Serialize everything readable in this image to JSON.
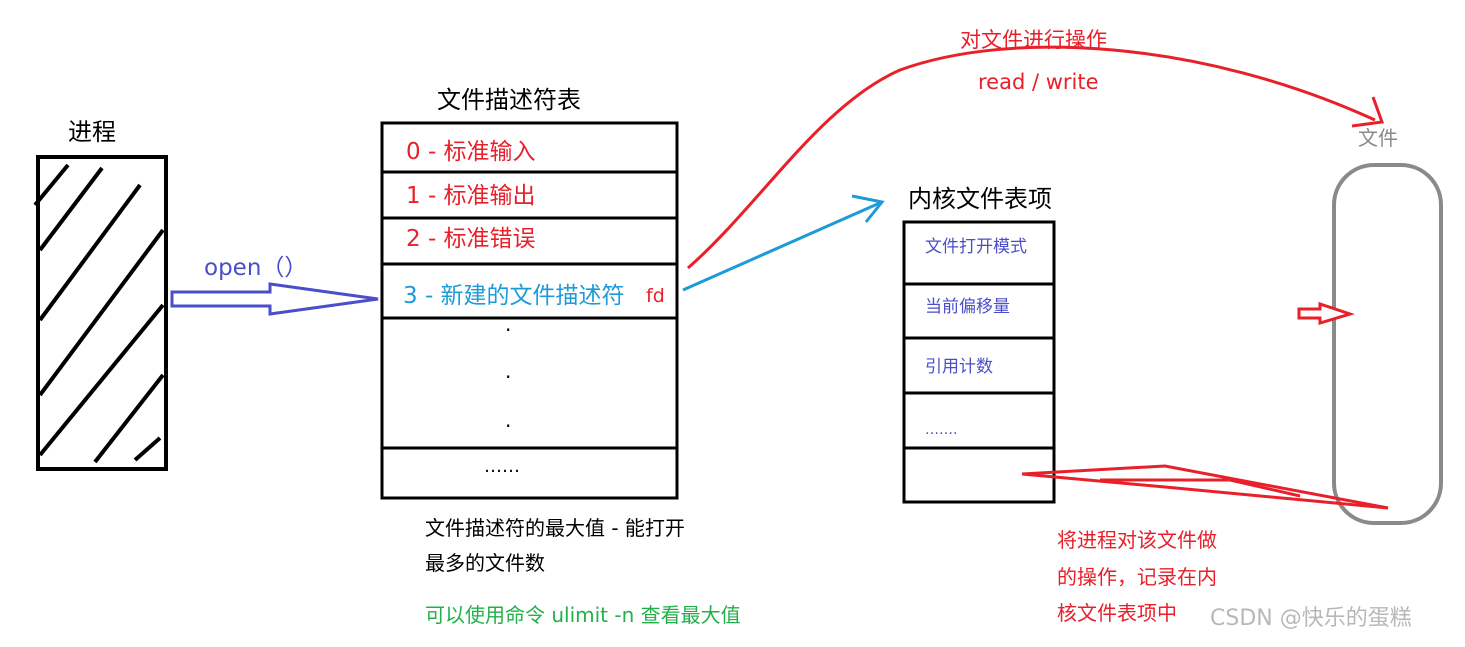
{
  "process": {
    "title": "进程"
  },
  "open_call": {
    "label": "open（）"
  },
  "fd_table": {
    "title": "文件描述符表",
    "rows": [
      "0 - 标准输入",
      "1 - 标准输出",
      "2 - 标准错误",
      "3 - 新建的文件描述符"
    ],
    "fd_tag": "fd",
    "dots": [
      "·",
      "·",
      "·"
    ],
    "last_row": "……",
    "note_line1": "文件描述符的最大值 - 能打开",
    "note_line2": "最多的文件数",
    "ulimit_note": "可以使用命令 ulimit -n 查看最大值"
  },
  "rw_arrow": {
    "label1": "对文件进行操作",
    "label2": "read / write"
  },
  "kernel_table": {
    "title": "内核文件表项",
    "rows": [
      "文件打开模式",
      "当前偏移量",
      "引用计数",
      "……."
    ]
  },
  "file": {
    "label": "文件"
  },
  "record_note": {
    "line1": "将进程对该文件做",
    "line2": "的操作，记录在内",
    "line3": "核文件表项中"
  },
  "watermark": "CSDN @快乐的蛋糕",
  "colors": {
    "red": "#e8202a",
    "blue": "#1d9bd8",
    "purple": "#4a4fc9",
    "green": "#20b14a",
    "gray": "#8a8a8a",
    "black": "#000000"
  }
}
